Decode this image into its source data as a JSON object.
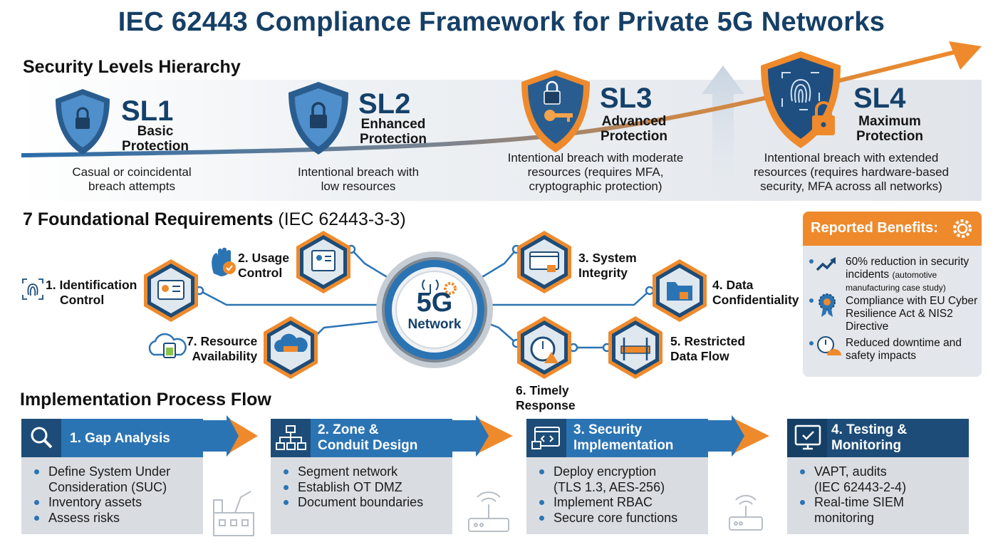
{
  "title": "IEC 62443 Compliance Framework for Private 5G Networks",
  "security_levels": {
    "heading": "Security Levels Hierarchy",
    "levels": [
      {
        "name": "SL1",
        "label_line1": "Basic",
        "label_line2": "Protection",
        "desc_line1": "Casual or coincidental",
        "desc_line2": "breach attempts",
        "desc_line3": ""
      },
      {
        "name": "SL2",
        "label_line1": "Enhanced",
        "label_line2": "Protection",
        "desc_line1": "Intentional breach with",
        "desc_line2": "low resources",
        "desc_line3": ""
      },
      {
        "name": "SL3",
        "label_line1": "Advanced",
        "label_line2": "Protection",
        "desc_line1": "Intentional breach with moderate",
        "desc_line2": "resources (requires MFA,",
        "desc_line3": "cryptographic protection)"
      },
      {
        "name": "SL4",
        "label_line1": "Maximum",
        "label_line2": "Protection",
        "desc_line1": "Intentional breach with extended",
        "desc_line2": "resources (requires hardware-based",
        "desc_line3": "security, MFA across all networks)"
      }
    ]
  },
  "requirements": {
    "heading": "7 Foundational Requirements",
    "heading_paren": "(IEC 62443-3-3)",
    "center_line1": "5G",
    "center_line2": "Network",
    "items": [
      {
        "line1": "1. Identification",
        "line2": "Control",
        "icon": "fingerprint-icon"
      },
      {
        "line1": "2. Usage",
        "line2": "Control",
        "icon": "hand-stop-icon"
      },
      {
        "line1": "3. System",
        "line2": "Integrity",
        "icon": "code-lock-icon"
      },
      {
        "line1": "4. Data",
        "line2": "Confidentiality",
        "icon": "folder-lock-icon"
      },
      {
        "line1": "5. Restricted",
        "line2": "Data Flow",
        "icon": "barrier-icon"
      },
      {
        "line1": "6. Timely",
        "line2": "Response",
        "icon": "stopwatch-icon"
      },
      {
        "line1": "7. Resource",
        "line2": "Availability",
        "icon": "cloud-battery-icon"
      }
    ]
  },
  "benefits": {
    "heading": "Reported Benefits:",
    "items": [
      {
        "line1": "60% reduction in security",
        "line2": "incidents",
        "note": "(automotive",
        "note2": "manufacturing case study)",
        "icon": "trend-up-icon"
      },
      {
        "line1": "Compliance with EU Cyber",
        "line2": "Resilience Act & NIS2",
        "line3": "Directive",
        "icon": "badge-icon"
      },
      {
        "line1": "Reduced downtime and",
        "line2": "safety impacts",
        "icon": "clock-hardhat-icon"
      }
    ]
  },
  "process": {
    "heading": "Implementation Process Flow",
    "steps": [
      {
        "title_line1": "1. Gap Analysis",
        "title_line2": "",
        "icon": "magnifier-icon",
        "items": [
          [
            "Define System Under",
            "Consideration (SUC)"
          ],
          [
            "Inventory assets"
          ],
          [
            "Assess risks"
          ]
        ]
      },
      {
        "title_line1": "2. Zone &",
        "title_line2": "Conduit Design",
        "icon": "hierarchy-icon",
        "items": [
          [
            "Segment network"
          ],
          [
            "Establish OT DMZ"
          ],
          [
            "Document boundaries"
          ]
        ]
      },
      {
        "title_line1": "3. Security",
        "title_line2": "Implementation",
        "icon": "code-window-icon",
        "items": [
          [
            "Deploy encryption",
            "(TLS 1.3, AES-256)"
          ],
          [
            "Implement RBAC"
          ],
          [
            "Secure core functions"
          ]
        ]
      },
      {
        "title_line1": "4. Testing &",
        "title_line2": "Monitoring",
        "icon": "monitor-check-icon",
        "items": [
          [
            "VAPT, audits",
            "(IEC 62443-2-4)"
          ],
          [
            "Real-time SIEM",
            "monitoring"
          ]
        ]
      }
    ]
  },
  "colors": {
    "navy": "#163f66",
    "blue": "#2b74b4",
    "orange": "#ee8a2c",
    "panel": "#d9dde2"
  }
}
